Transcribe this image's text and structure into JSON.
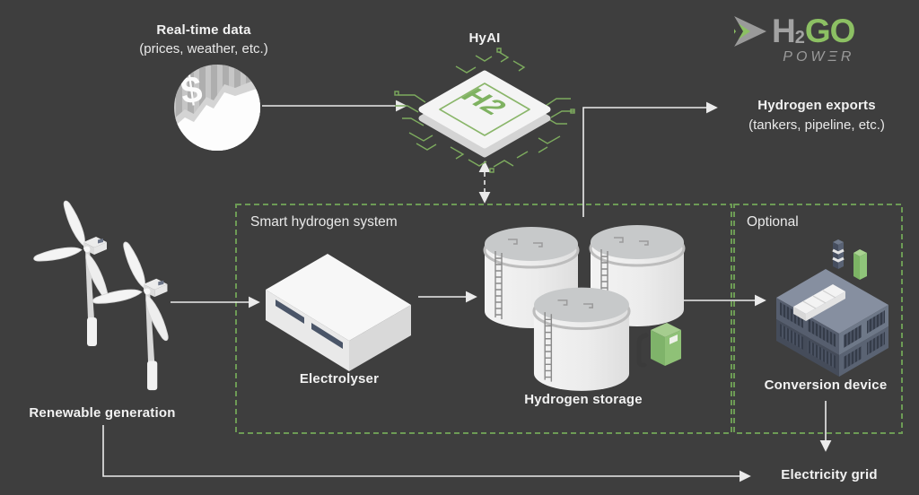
{
  "colors": {
    "background": "#3e3e3e",
    "arrow": "#ebebeb",
    "dashed_border_green": "#6d9b55",
    "chip_trace_green": "#7dab5e",
    "accent_green": "#8cc063",
    "logo_gray": "#a2a2a2",
    "text_white": "#f2f2f2",
    "slot_dark": "#4a5568",
    "plant_blue_gray": "#565e6e"
  },
  "header": {
    "realtime_title": "Real-time data",
    "realtime_subtitle": "(prices, weather, etc.)",
    "hyai_label": "HyAI",
    "chip_label": "H2",
    "exports_title": "Hydrogen exports",
    "exports_subtitle": "(tankers, pipeline, etc.)"
  },
  "logo": {
    "h": "H",
    "sub": "2",
    "go": "GO",
    "power": "POWΞR"
  },
  "boxes": {
    "smart_label": "Smart hydrogen system",
    "optional_label": "Optional"
  },
  "nodes": {
    "electrolyser": "Electrolyser",
    "storage": "Hydrogen storage",
    "conversion": "Conversion device",
    "renewable": "Renewable generation",
    "grid": "Electricity grid"
  },
  "icons": {
    "data_source": "dollar-chart-icon",
    "ai_chip": "h2-chip-icon",
    "renewable": "wind-turbines-icon",
    "electrolyser": "electrolyser-box-icon",
    "storage": "storage-tanks-icon",
    "dispenser": "hydrogen-dispenser-icon",
    "conversion": "conversion-plant-icon",
    "brand": "h2go-power-logo"
  }
}
